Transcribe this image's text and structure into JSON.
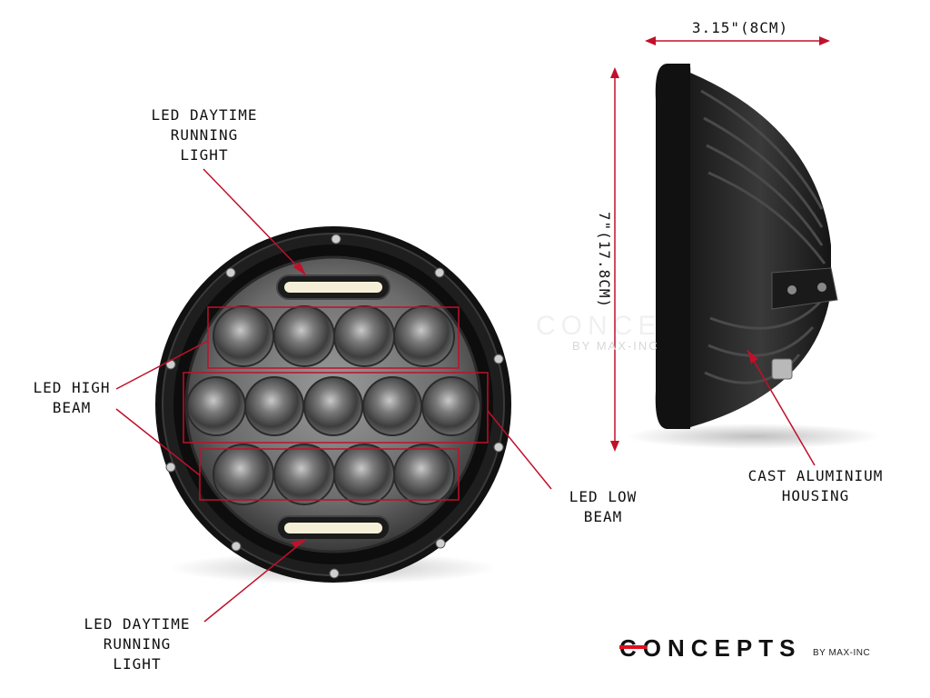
{
  "labels": {
    "drl_top": [
      "LED DAYTIME",
      "RUNNING",
      "LIGHT"
    ],
    "high_beam": [
      "LED HIGH",
      "BEAM"
    ],
    "low_beam": [
      "LED LOW",
      "BEAM"
    ],
    "drl_bottom": [
      "LED DAYTIME",
      "RUNNING",
      "LIGHT"
    ],
    "housing": [
      "CAST ALUMINIUM",
      "HOUSING"
    ]
  },
  "dimensions": {
    "depth": "3.15\"(8CM)",
    "diameter": "7\"(17.8CM)"
  },
  "brand": {
    "logo_text": "CONCEPTS",
    "sub": "BY MAX-INC"
  },
  "colors": {
    "annotation": "#c0102a",
    "logo_accent": "#e01020",
    "body": "#111111"
  }
}
